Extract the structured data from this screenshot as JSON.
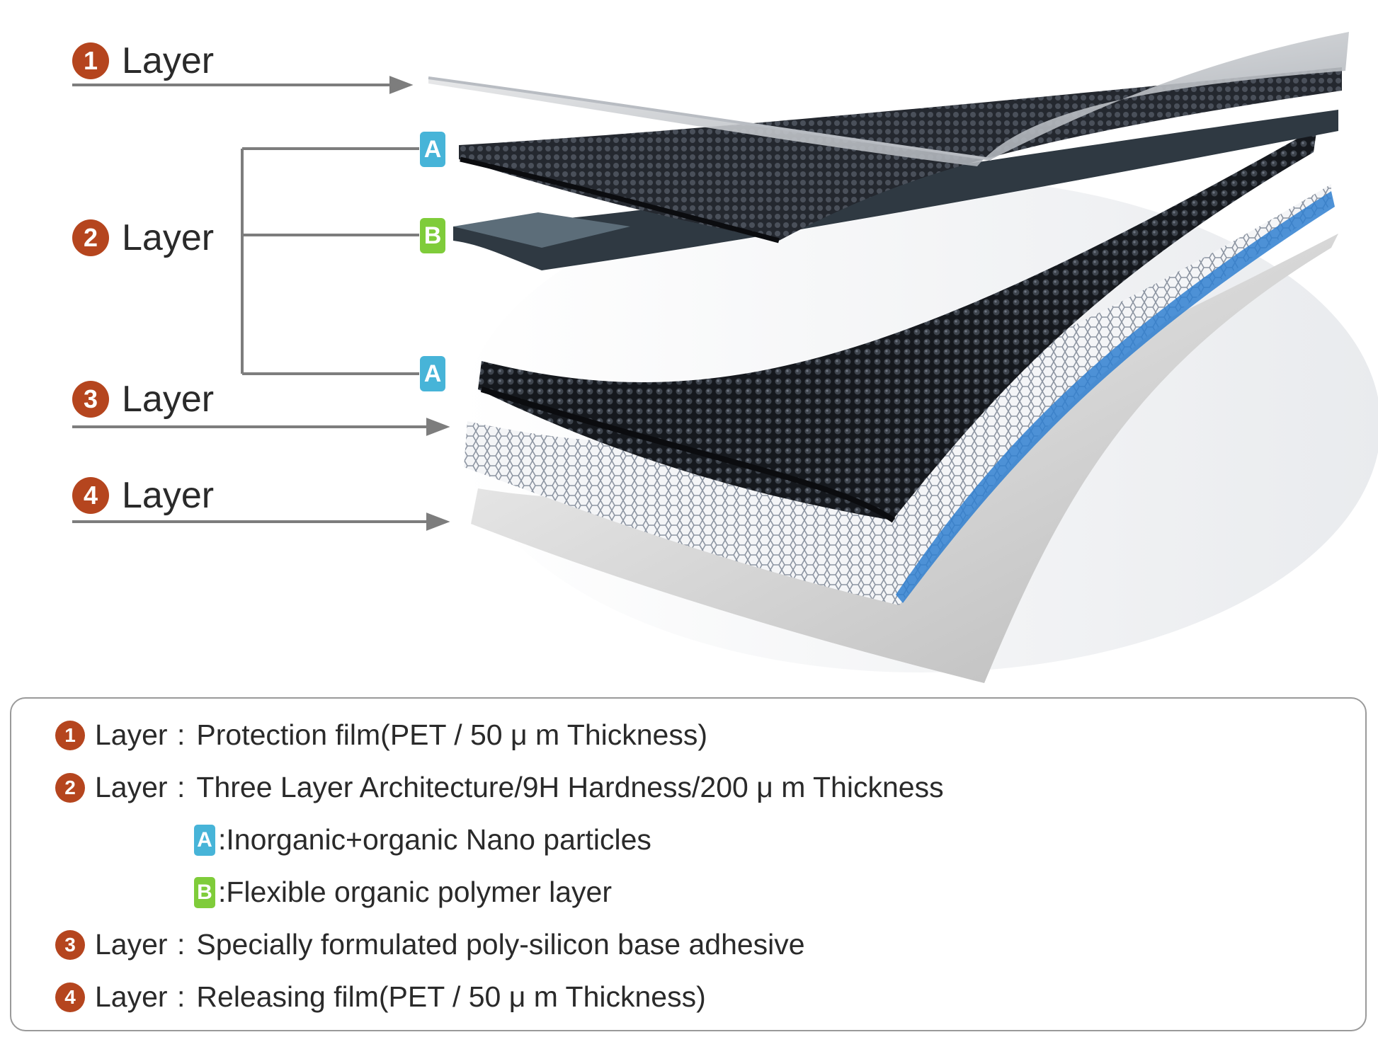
{
  "diagram": {
    "layer_word": "Layer",
    "labels": [
      {
        "num": "1",
        "text": "Layer"
      },
      {
        "num": "2",
        "text": "Layer"
      },
      {
        "num": "3",
        "text": "Layer"
      },
      {
        "num": "4",
        "text": "Layer"
      }
    ],
    "tags": {
      "a": "A",
      "b": "B"
    }
  },
  "legend": {
    "rows": [
      {
        "num": "1",
        "word": "Layer",
        "sep": ":",
        "text": "Protection film(PET / 50 μ m Thickness)"
      },
      {
        "num": "2",
        "word": "Layer",
        "sep": ":",
        "text": "Three Layer Architecture/9H Hardness/200 μ m Thickness"
      },
      {
        "tag": "A",
        "text": ":Inorganic+organic Nano particles"
      },
      {
        "tag": "B",
        "text": ":Flexible organic polymer layer"
      },
      {
        "num": "3",
        "word": "Layer",
        "sep": ":",
        "text": "Specially formulated poly-silicon base adhesive"
      },
      {
        "num": "4",
        "word": "Layer",
        "sep": ":",
        "text": "Releasing film(PET / 50 μ m Thickness)"
      }
    ]
  },
  "colors": {
    "number_circle": "#b5451e",
    "tag_a": "#47b4d8",
    "tag_b": "#7fcc3a",
    "dark_layer": "#1c1f24",
    "blue_adhesive_dots": "#2f7fd0"
  },
  "icons": [
    "number-circle",
    "arrow-right",
    "bracket-connector"
  ]
}
